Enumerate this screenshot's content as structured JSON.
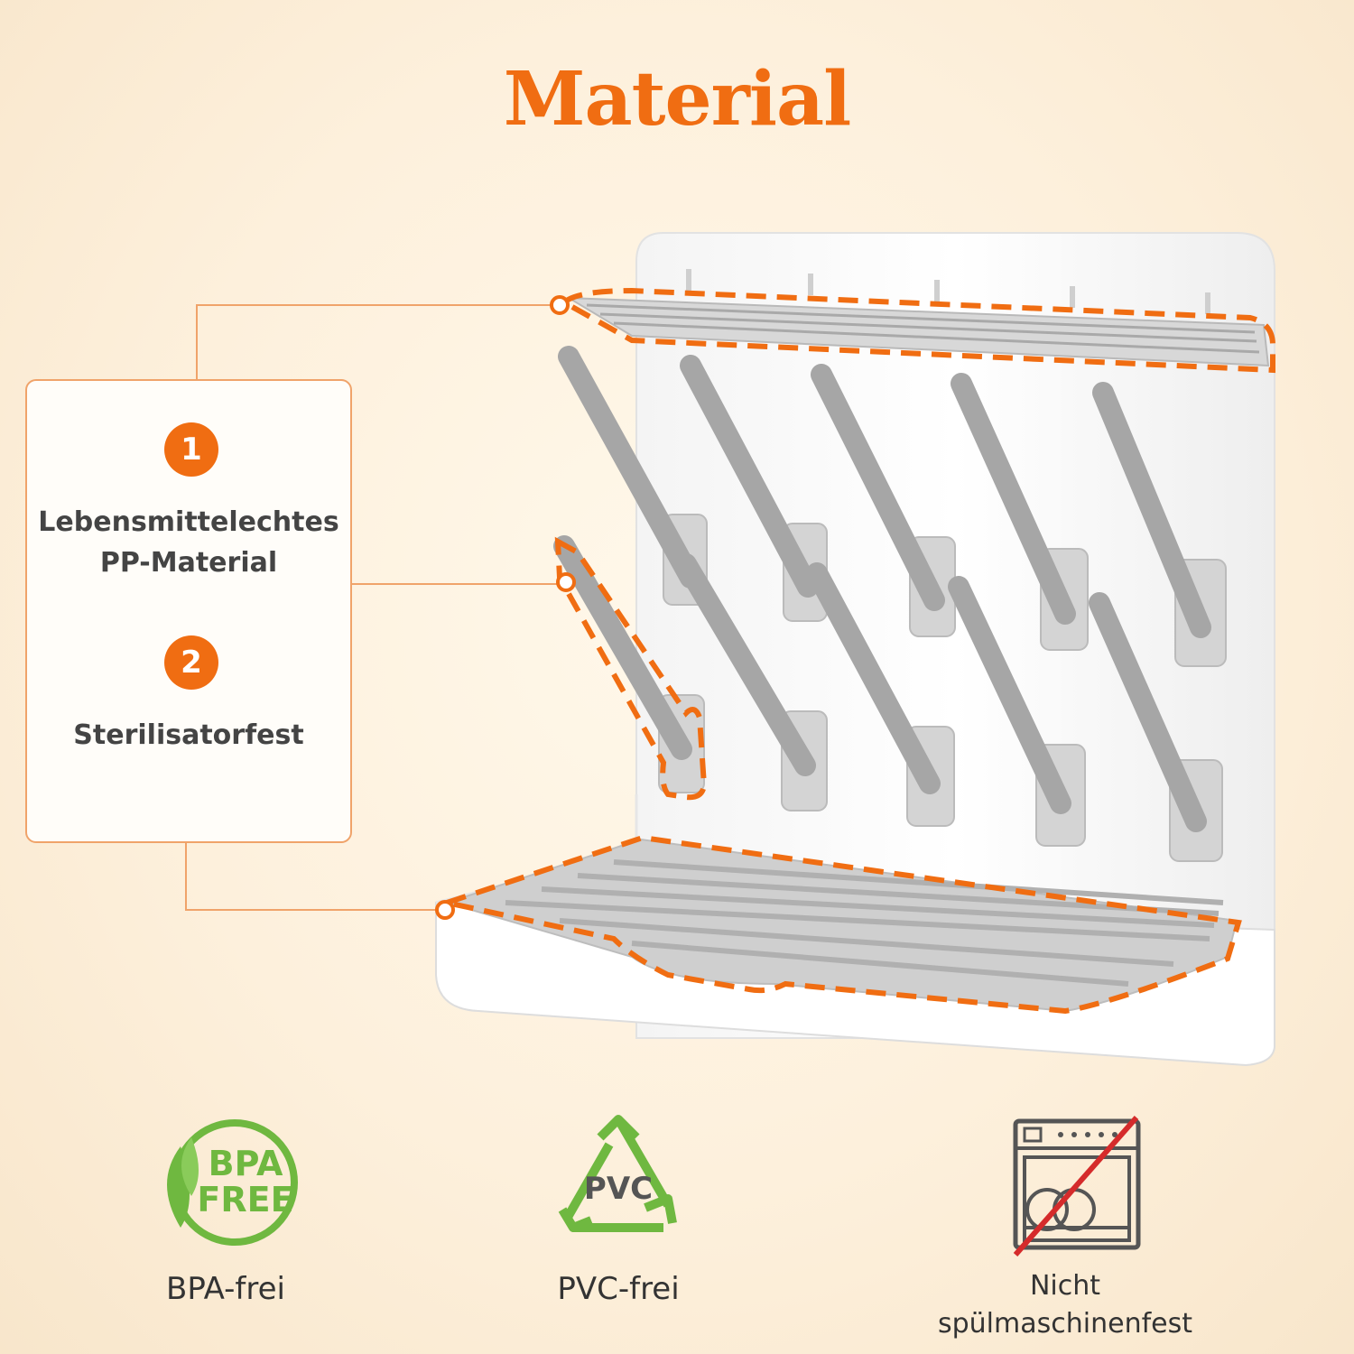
{
  "page": {
    "title": "Material"
  },
  "features": [
    {
      "number": "1",
      "line1": "Lebensmittelechtes",
      "line2": "PP-Material"
    },
    {
      "number": "2",
      "line1": "Sterilisatorfest"
    }
  ],
  "badges": [
    {
      "icon": "bpa-free-icon",
      "icon_text_1": "BPA",
      "icon_text_2": "FREE",
      "label": "BPA-frei"
    },
    {
      "icon": "pvc-recycle-icon",
      "icon_text": "PVC",
      "label": "PVC-frei"
    },
    {
      "icon": "no-dishwasher-icon",
      "label_1": "Nicht",
      "label_2": "spülmaschinenfest"
    }
  ],
  "colors": {
    "accent": "#f06d12",
    "green": "#6fb840",
    "gray": "#a8a8a8",
    "rack": "#ffffff"
  }
}
